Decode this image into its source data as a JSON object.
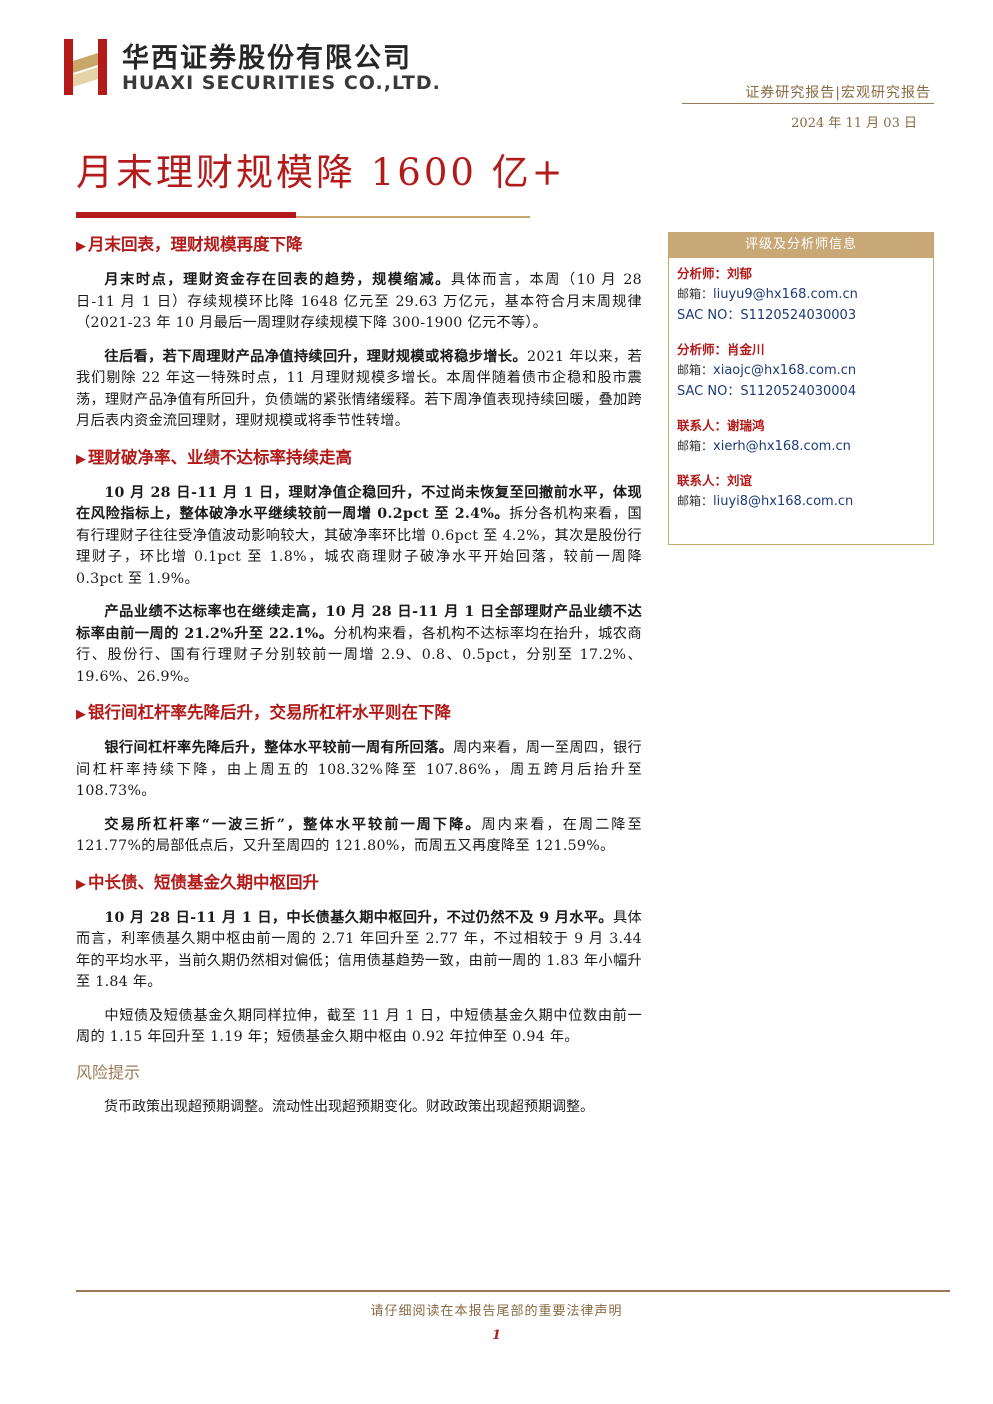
{
  "header": {
    "company_cn": "华西证券股份有限公司",
    "company_en": "HUAXI SECURITIES CO.,LTD.",
    "report_type": "证券研究报告|宏观研究报告",
    "date": "2024 年 11 月 03 日"
  },
  "title": "月末理财规模降 1600 亿+",
  "sections": [
    {
      "heading": "月末回表，理财规模再度下降",
      "paragraphs": [
        {
          "bold": "月末时点，理财资金存在回表的趋势，规模缩减。",
          "text": "具体而言，本周（10 月 28 日-11 月 1 日）存续规模环比降 1648 亿元至 29.63 万亿元，基本符合月末周规律（2021-23 年 10 月最后一周理财存续规模下降 300-1900 亿元不等）。"
        },
        {
          "bold": "往后看，若下周理财产品净值持续回升，理财规模或将稳步增长。",
          "text": "2021 年以来，若我们剔除 22 年这一特殊时点，11 月理财规模多增长。本周伴随着债市企稳和股市震荡，理财产品净值有所回升，负债端的紧张情绪缓释。若下周净值表现持续回暖，叠加跨月后表内资金流回理财，理财规模或将季节性转增。"
        }
      ]
    },
    {
      "heading": "理财破净率、业绩不达标率持续走高",
      "paragraphs": [
        {
          "bold": "10 月 28 日-11 月 1 日，理财净值企稳回升，不过尚未恢复至回撤前水平，体现在风险指标上，整体破净水平继续较前一周增 0.2pct 至 2.4%。",
          "text": "拆分各机构来看，国有行理财子往往受净值波动影响较大，其破净率环比增 0.6pct 至 4.2%，其次是股份行理财子，环比增 0.1pct 至 1.8%，城农商理财子破净水平开始回落，较前一周降 0.3pct 至 1.9%。"
        },
        {
          "bold": "产品业绩不达标率也在继续走高，10 月 28 日-11 月 1 日全部理财产品业绩不达标率由前一周的 21.2%升至 22.1%。",
          "text": "分机构来看，各机构不达标率均在抬升，城农商行、股份行、国有行理财子分别较前一周增 2.9、0.8、0.5pct，分别至 17.2%、19.6%、26.9%。"
        }
      ]
    },
    {
      "heading": "银行间杠杆率先降后升，交易所杠杆水平则在下降",
      "paragraphs": [
        {
          "bold": "银行间杠杆率先降后升，整体水平较前一周有所回落。",
          "text": "周内来看，周一至周四，银行间杠杆率持续下降，由上周五的 108.32%降至 107.86%，周五跨月后抬升至 108.73%。"
        },
        {
          "bold": "交易所杠杆率“一波三折”，整体水平较前一周下降。",
          "text": "周内来看，在周二降至 121.77%的局部低点后，又升至周四的 121.80%，而周五又再度降至 121.59%。"
        }
      ]
    },
    {
      "heading": "中长债、短债基金久期中枢回升",
      "paragraphs": [
        {
          "bold": "10 月 28 日-11 月 1 日，中长债基久期中枢回升，不过仍然不及 9 月水平。",
          "text": "具体而言，利率债基久期中枢由前一周的 2.71 年回升至 2.77 年，不过相较于 9 月 3.44 年的平均水平，当前久期仍然相对偏低；信用债基趋势一致，由前一周的 1.83 年小幅升至 1.84 年。"
        },
        {
          "bold": "",
          "text": "中短债及短债基金久期同样拉伸，截至 11 月 1 日，中短债基金久期中位数由前一周的 1.15 年回升至 1.19 年；短债基金久期中枢由 0.92 年拉伸至 0.94 年。"
        }
      ]
    }
  ],
  "risk": {
    "title": "风险提示",
    "text": "货币政策出现超预期调整。流动性出现超预期变化。财政政策出现超预期调整。"
  },
  "sidebar": {
    "title": "评级及分析师信息",
    "people": [
      {
        "role": "分析师：刘郁",
        "email_label": "邮箱：",
        "email": "liuyu9@hx168.com.cn",
        "sac": "SAC NO：S1120524030003"
      },
      {
        "role": "分析师：肖金川",
        "email_label": "邮箱：",
        "email": "xiaojc@hx168.com.cn",
        "sac": "SAC NO：S1120524030004"
      },
      {
        "role": "联系人：谢瑞鸿",
        "email_label": "邮箱：",
        "email": "xierh@hx168.com.cn"
      },
      {
        "role": "联系人：刘谊",
        "email_label": "邮箱：",
        "email": "liuyi8@hx168.com.cn"
      }
    ]
  },
  "footer": {
    "note": "请仔细阅读在本报告尾部的重要法律声明",
    "page": "1"
  },
  "colors": {
    "brand_red": "#b31b1b",
    "gold": "#c9a76b",
    "brown": "#8a6a45"
  }
}
